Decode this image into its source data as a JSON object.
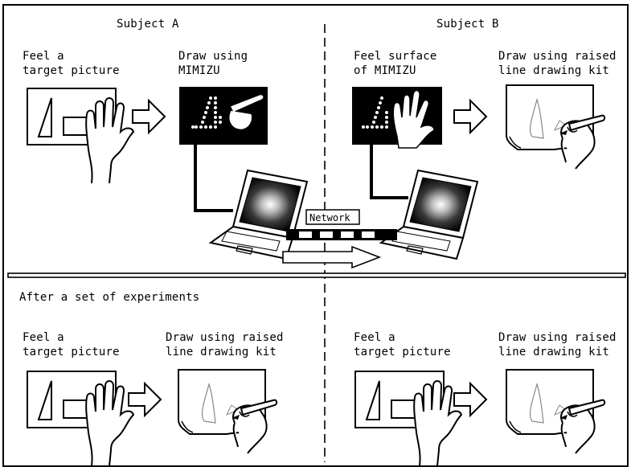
{
  "top": {
    "left": {
      "title": "Subject A",
      "step1": [
        "Feel a",
        "target picture"
      ],
      "step2": [
        "Draw using",
        "MIMIZU"
      ]
    },
    "right": {
      "title": "Subject B",
      "step1": [
        "Feel surface",
        "of MIMIZU"
      ],
      "step2": [
        "Draw using raised",
        "line drawing kit"
      ]
    },
    "network_label": "Network"
  },
  "bottom": {
    "heading": "After a set of experiments",
    "left": {
      "step1": [
        "Feel a",
        "target picture"
      ],
      "step2": [
        "Draw using raised",
        "line drawing kit"
      ]
    },
    "right": {
      "step1": [
        "Feel a",
        "target picture"
      ],
      "step2": [
        "Draw using raised",
        "line drawing kit"
      ]
    }
  }
}
